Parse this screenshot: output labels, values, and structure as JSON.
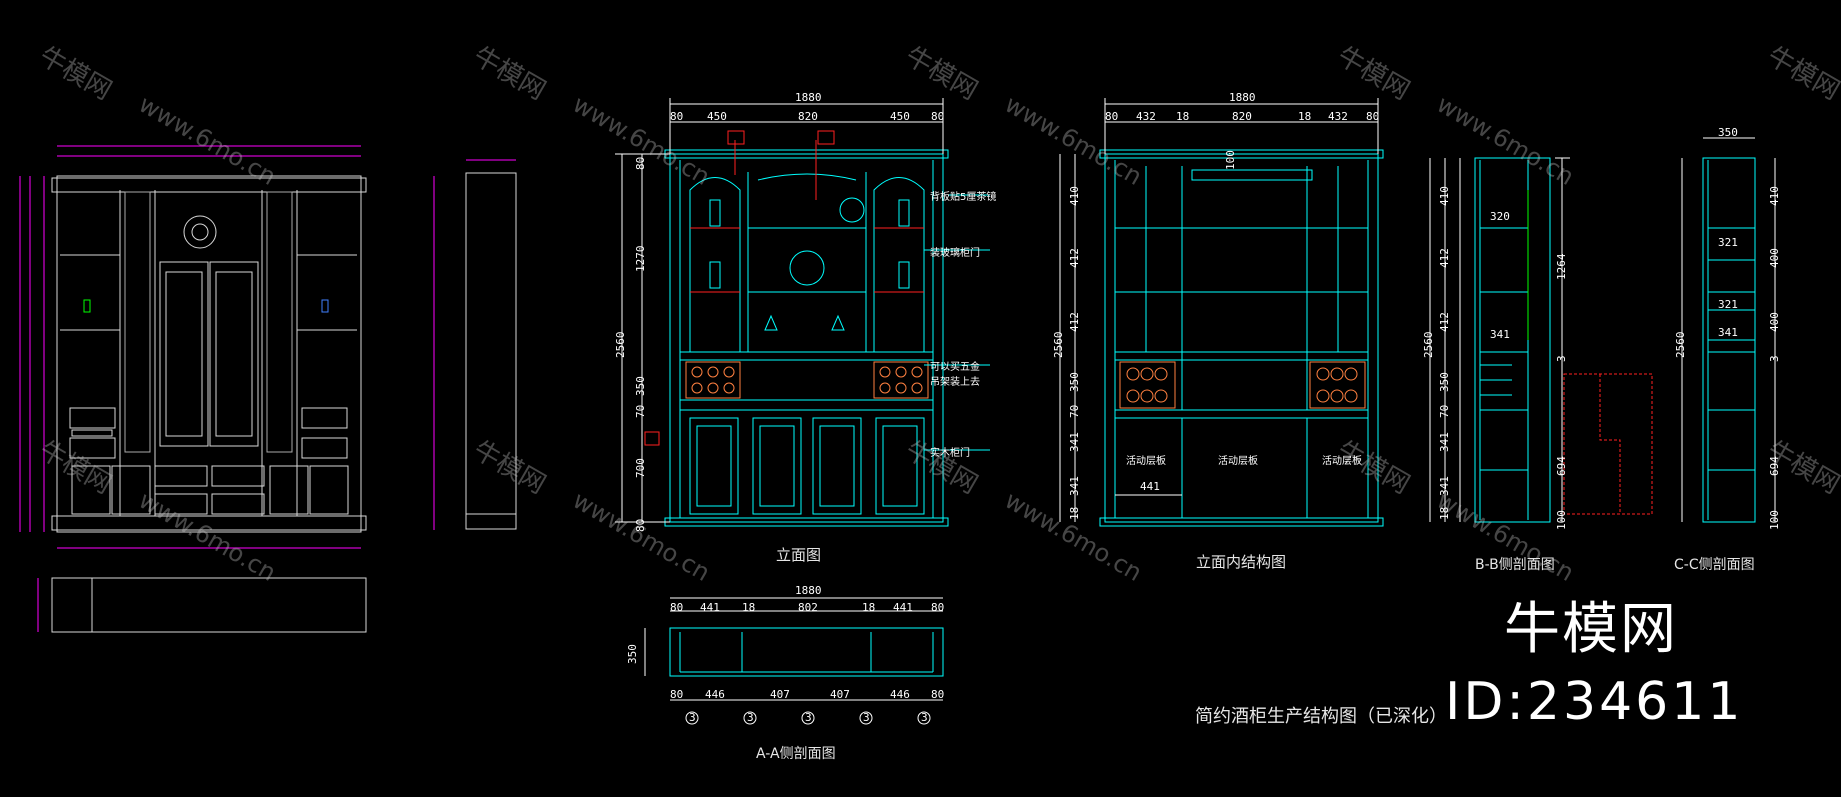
{
  "labels": {
    "elevation": "立面图",
    "inner_structure": "立面内结构图",
    "section_bb": "B-B侧剖面图",
    "section_cc": "C-C侧剖面图",
    "section_aa": "A-A侧剖面图",
    "drawing_title": "简约酒柜生产结构图（已深化）"
  },
  "brand": {
    "name": "牛模网",
    "id": "ID:234611"
  },
  "watermark": {
    "text": "牛模网",
    "url": "www.6mo.cn"
  },
  "notes": {
    "back_mirror": "背板贴5厘茶镜",
    "glass_door": "装玻璃柜门",
    "hardware": "可以买五金",
    "hanger": "吊架装上去",
    "wood_door": "实木柜门",
    "shelf1": "活动层板",
    "shelf2": "活动层板",
    "shelf3": "活动层板"
  },
  "dims": {
    "elev_total": "1880",
    "elev_top": [
      "80",
      "450",
      "820",
      "450",
      "80"
    ],
    "elev_left": [
      "80",
      "1270",
      "350",
      "70",
      "700",
      "80"
    ],
    "elev_height": "2560",
    "inner_total": "1880",
    "inner_top": [
      "80",
      "432",
      "18",
      "820",
      "18",
      "432",
      "80"
    ],
    "inner_left": [
      "410",
      "412",
      "412",
      "350",
      "70",
      "341",
      "341",
      "18"
    ],
    "inner_height": "2560",
    "inner_bottom": "441",
    "inner_top_small": "100",
    "bb_top": [
      "320",
      "341"
    ],
    "bb_left": [
      "410",
      "412",
      "412",
      "350",
      "70",
      "341",
      "341",
      "18"
    ],
    "bb_right": [
      "1264",
      "3",
      "694",
      "100"
    ],
    "bb_height": "2560",
    "cc_top": "350",
    "cc_inner": [
      "321",
      "321",
      "341"
    ],
    "cc_right": [
      "410",
      "400",
      "400",
      "3",
      "694",
      "100"
    ],
    "cc_height": "2560",
    "aa_total": "1880",
    "aa_top": [
      "80",
      "441",
      "18",
      "802",
      "18",
      "441",
      "80"
    ],
    "aa_bottom": [
      "80",
      "446",
      "407",
      "407",
      "446",
      "80"
    ],
    "aa_left": "350",
    "aa_circle": [
      "3",
      "3",
      "3",
      "3",
      "3"
    ]
  },
  "colors": {
    "background": "#000000",
    "cyan": "#00ffff",
    "white": "#ffffff",
    "magenta": "#ff00ff",
    "red": "#ff0000",
    "orange": "#ff8040"
  }
}
